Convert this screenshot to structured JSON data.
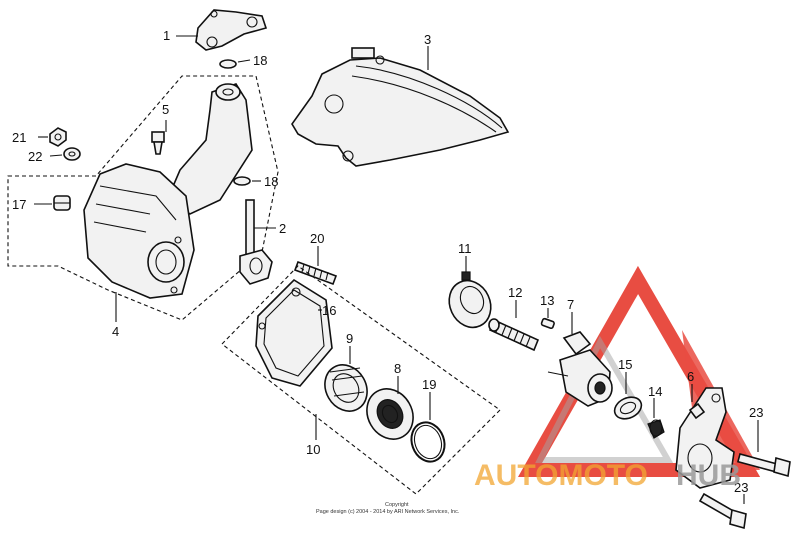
{
  "labels": {
    "p1": "1",
    "p2": "2",
    "p3": "3",
    "p4": "4",
    "p5": "5",
    "p6": "6",
    "p7": "7",
    "p8": "8",
    "p9": "9",
    "p10": "10",
    "p11": "11",
    "p12": "12",
    "p13": "13",
    "p14": "14",
    "p15": "15",
    "p16": "16",
    "p17": "17",
    "p18a": "18",
    "p18b": "18",
    "p19": "19",
    "p20": "20",
    "p21": "21",
    "p22": "22",
    "p23a": "23",
    "p23b": "23"
  },
  "copyright": {
    "line1": "Copyright",
    "line2": "Page design (c) 2004 - 2014 by ARI Network Services, Inc."
  },
  "watermark": {
    "text_part1": "AUTOMOTO",
    "text_part2": "HUB",
    "colors": {
      "red": "#e63a2e",
      "orange": "#f2a531",
      "gray": "#9a9a9a"
    }
  }
}
